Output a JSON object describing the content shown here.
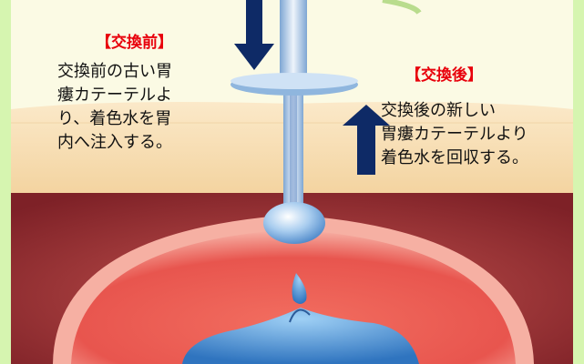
{
  "before": {
    "heading": "【交換前】",
    "lines": [
      "交換前の古い胃",
      "瘻カテーテルよ",
      "り、着色水を胃",
      "内へ注入する。"
    ]
  },
  "after": {
    "heading": "【交換後】",
    "lines": [
      "交換後の新しい",
      "胃瘻カテーテルより",
      "着色水を回収する。"
    ]
  },
  "colors": {
    "frame": "#d6f5b0",
    "arrow": "#0e2a66",
    "heading": "#e8000b",
    "skin": "#f7dcb0",
    "muscle": "#a8383a",
    "stomach_wall": "#f09088",
    "stomach_inner": "#e8554e",
    "water": "#4a8fd0",
    "tube": "#c9dbef"
  },
  "icons": [
    "arrow-down-icon",
    "arrow-up-icon"
  ]
}
